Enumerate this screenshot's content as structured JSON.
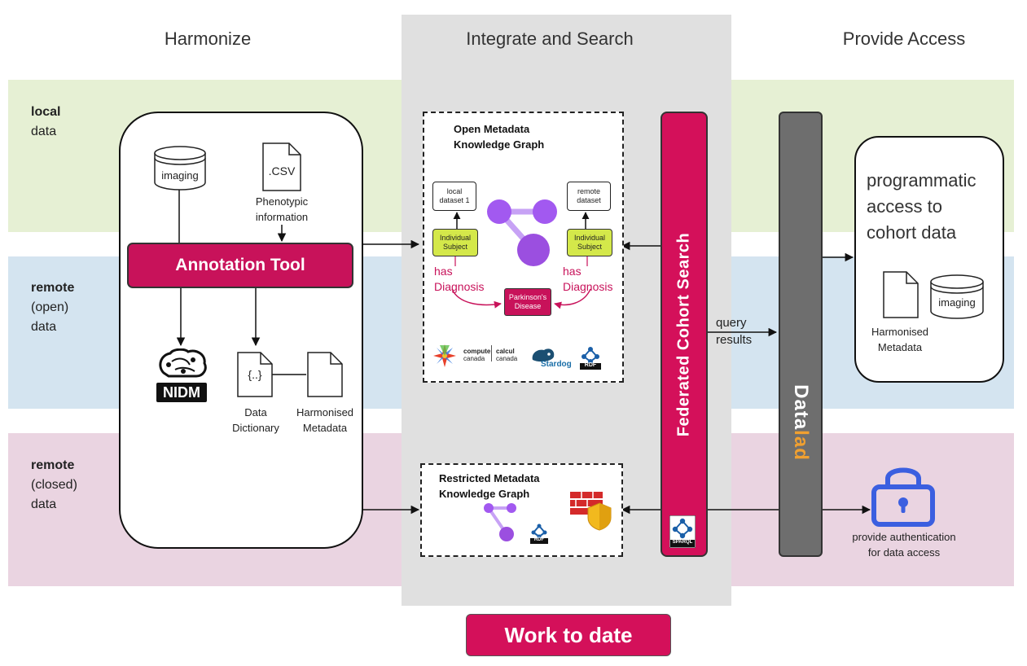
{
  "columns": {
    "harmonize": "Harmonize",
    "integrate": "Integrate and Search",
    "access": "Provide Access"
  },
  "rows": {
    "local": {
      "bold": "local",
      "rest": "data"
    },
    "remote_open": {
      "bold": "remote",
      "line2": "(open)",
      "line3": "data"
    },
    "remote_closed": {
      "bold": "remote",
      "line2": "(closed)",
      "line3": "data"
    }
  },
  "harmonize": {
    "imaging": "imaging",
    "csv": ".CSV",
    "phenotypic_line1": "Phenotypic",
    "phenotypic_line2": "information",
    "annotation_tool": "Annotation Tool",
    "nidm": "NIDM",
    "dict_symbol": "{..}",
    "data_dictionary_line1": "Data",
    "data_dictionary_line2": "Dictionary",
    "harmonised_line1": "Harmonised",
    "harmonised_line2": "Metadata"
  },
  "open_kg": {
    "title_line1": "Open Metadata",
    "title_line2": "Knowledge Graph",
    "local_dataset_line1": "local",
    "local_dataset_line2": "dataset 1",
    "remote_dataset_line1": "remote",
    "remote_dataset_line2": "dataset",
    "subject_line1": "Individual",
    "subject_line2": "Subject",
    "has": "has",
    "diagnosis": "Diagnosis",
    "pd_line1": "Parkinson's",
    "pd_line2": "Disease",
    "compute_bold": "compute",
    "compute_small": "canada",
    "calcul_bold": "calcul",
    "calcul_small": "canada",
    "stardog": "Stardog",
    "rdf": "RDF"
  },
  "restricted_kg": {
    "title_line1": "Restricted Metadata",
    "title_line2": "Knowledge Graph",
    "rdf": "RDF"
  },
  "federated": {
    "label": "Federated Cohort Search",
    "sparql": "SPARQL",
    "query": "query",
    "results": "results"
  },
  "datalad": {
    "part1": "Data",
    "part2": "lad"
  },
  "access": {
    "prog_line1": "programmatic",
    "prog_line2": "access to",
    "prog_line3": "cohort data",
    "harmonised_line1": "Harmonised",
    "harmonised_line2": "Metadata",
    "imaging": "imaging",
    "auth_line1": "provide authentication",
    "auth_line2": "for data access"
  },
  "footer": {
    "work_to_date": "Work to date"
  },
  "colors": {
    "accent": "#c8125a",
    "subject": "#d4e84a",
    "graph": "#9b4fe0",
    "lock": "#3b5fe0",
    "datalad_orange": "#f0a030"
  }
}
